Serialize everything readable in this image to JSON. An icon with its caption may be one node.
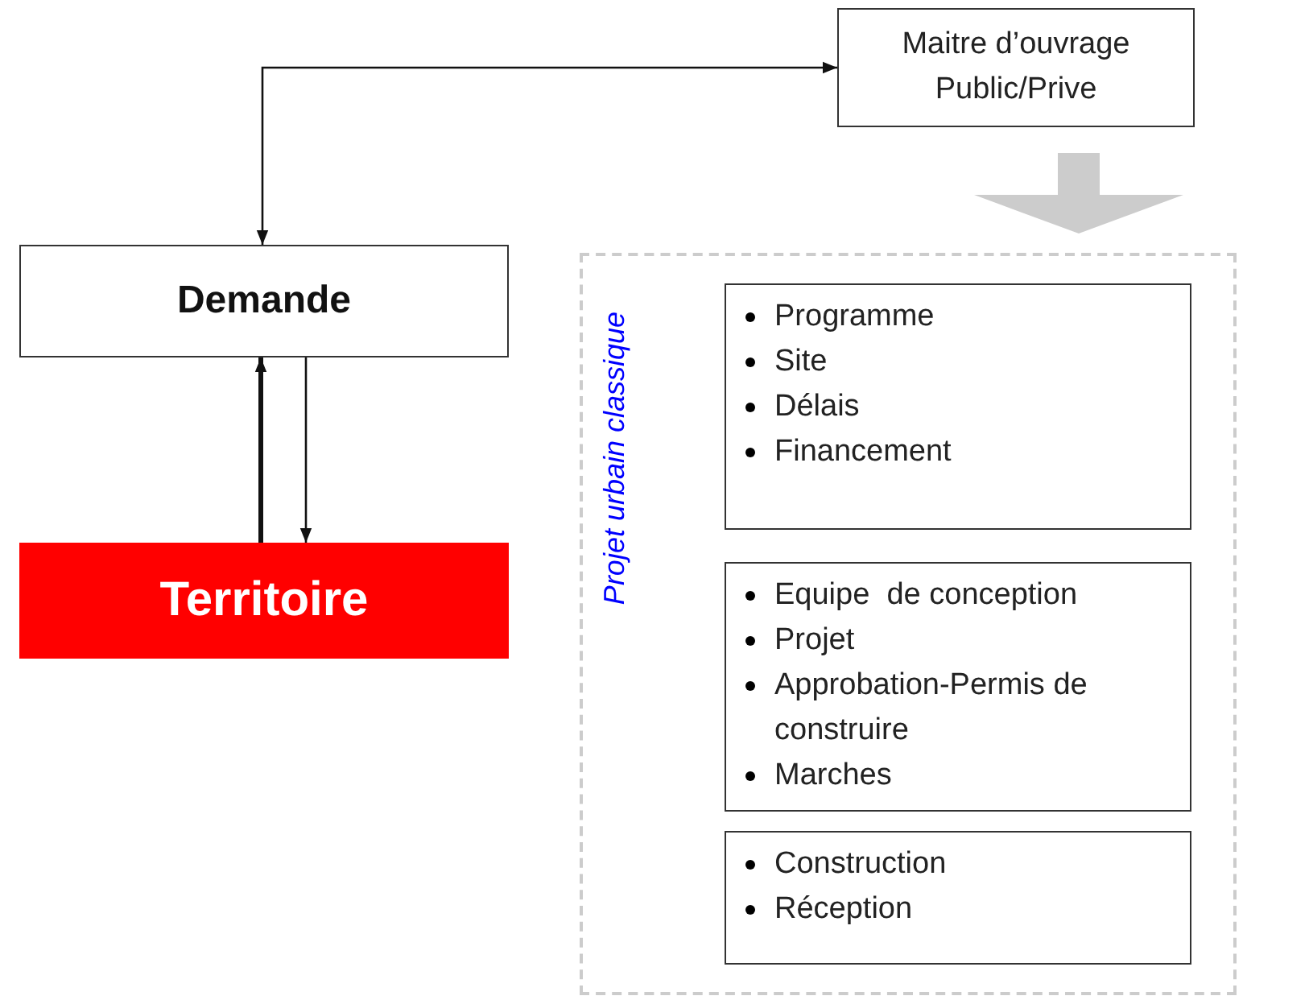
{
  "diagram": {
    "nodes": [
      {
        "text": [
          "Maitre d’ouvrage Public/Prive"
        ]
      },
      {
        "text": [
          "Demande"
        ]
      },
      {
        "text": [
          "Territoire"
        ]
      },
      {
        "text": [
          "Projet urbain classique"
        ]
      },
      {
        "text": [
          "Programme",
          "Site",
          "Délais",
          "Financement"
        ],
        "in": 3
      },
      {
        "text": [
          "Equipe  de conception",
          "Projet",
          "Approbation-Permis de construire",
          "Marches"
        ],
        "in": 3
      },
      {
        "text": [
          "Construction",
          "Réception"
        ],
        "in": 3
      }
    ],
    "edges": [
      {
        "from": 1,
        "to": 0,
        "arrow": "both"
      },
      {
        "from": 2,
        "to": 1,
        "arrow": "to",
        "style": "thick"
      },
      {
        "from": 1,
        "to": 2,
        "arrow": "to"
      },
      {
        "from": 0,
        "to": 3,
        "arrow": "to",
        "style": "thick",
        "color": "#cccccc"
      }
    ]
  }
}
